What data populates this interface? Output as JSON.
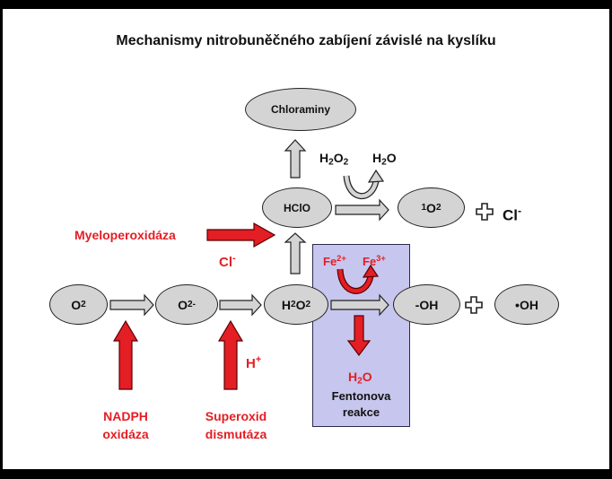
{
  "title": "Mechanismy nitrobuněčného zabíjení závislé na kyslíku",
  "nodes": {
    "o2": {
      "base": "O",
      "sub": "2"
    },
    "superoxide": {
      "base": "O",
      "sub": "2",
      "sup": "-"
    },
    "h2o2": {
      "base": "H",
      "sub1": "2",
      "mid": "O",
      "sub2": "2"
    },
    "hclo": "HClO",
    "chloraminy": "Chloraminy",
    "singlet_o2": {
      "pre_sup": "1",
      "base": "O",
      "sub": "2"
    },
    "oh_minus": "-OH",
    "oh_radical": "•OH"
  },
  "labels": {
    "myeloperoxidaza": "Myeloperoxidáza",
    "cl_minus_left": {
      "base": "Cl",
      "sup": "-"
    },
    "cl_minus_right": {
      "base": "Cl",
      "sup": "-"
    },
    "h_plus": {
      "base": "H",
      "sup": "+"
    },
    "nadph_line1": "NADPH",
    "nadph_line2": "oxidáza",
    "sod_line1": "Superoxid",
    "sod_line2": "dismutáza",
    "h2o2_top": {
      "base": "H",
      "sub1": "2",
      "mid": "O",
      "sub2": "2"
    },
    "h2o_top": {
      "base": "H",
      "sub": "2",
      "tail": "O"
    },
    "fe2": {
      "base": "Fe",
      "sup": "2+"
    },
    "fe3": {
      "base": "Fe",
      "sup": "3+"
    },
    "h2o_fenton": {
      "base": "H",
      "sub": "2",
      "tail": "O"
    },
    "fenton_line1": "Fentonova",
    "fenton_line2": "reakce"
  },
  "colors": {
    "red": "#e31e24",
    "node_fill": "#d4d4d4",
    "fenton_box": "#c6c6ee",
    "arrow_fill": "#d4d4d4"
  }
}
